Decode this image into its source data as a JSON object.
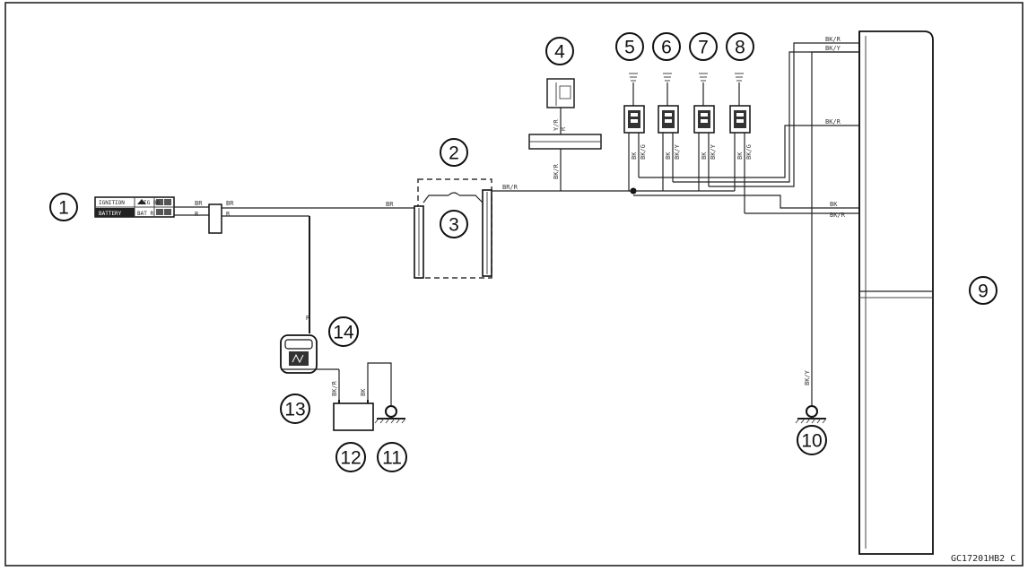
{
  "callouts": [
    "1",
    "2",
    "3",
    "4",
    "5",
    "6",
    "7",
    "8",
    "9",
    "10",
    "11",
    "12",
    "13",
    "14"
  ],
  "battery_box_labels": {
    "row1": "IGNITION",
    "row2": "BATTERY",
    "row1b": "IG BR",
    "row2b": "BAT R"
  },
  "wires": {
    "a": "BR",
    "b": "R",
    "c": "BR",
    "d": "R",
    "e": "BR",
    "f": "R",
    "g": "BR/R",
    "h": "BK/R",
    "i": "Y/R",
    "j": "R",
    "k": "BK/G",
    "l": "BK/Y",
    "m": "BK/Y",
    "n": "BK/G",
    "o": "BK/R",
    "p": "BK/Y",
    "q": "BK",
    "r": "BK",
    "s": "BK",
    "t": "BK",
    "u": "BK/R",
    "v": "BK/R",
    "w": "BK/R",
    "x": "BK",
    "y": "BK",
    "z": "BK/Y"
  },
  "figure_code": "GC17201HB2 C"
}
